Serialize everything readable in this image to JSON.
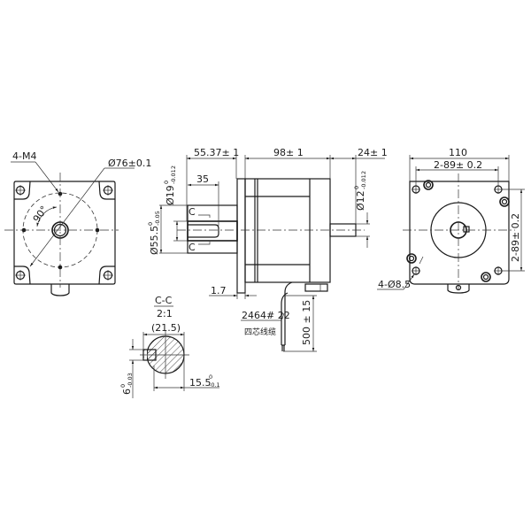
{
  "drawing": {
    "type": "stepper motor dimension drawing",
    "front_view": {
      "thread_label": "4-M4",
      "pcd_label": "Ø76±0.1",
      "angle_label": "90°"
    },
    "side_view": {
      "rear_shaft_length": "55.37± 1",
      "key_length": "35",
      "shaft_dia_main": "Ø19",
      "shaft_dia_upper": "0",
      "shaft_dia_lower": "-0.012",
      "pilot_dia_main": "Ø55.5",
      "pilot_dia_upper": "0",
      "pilot_dia_lower": "-0.05",
      "section_mark_top": "C",
      "section_mark_bottom": "C",
      "flange_thickness": "1.7",
      "body_length": "98± 1",
      "front_shaft_length": "24± 1",
      "front_shaft_dia_main": "Ø12",
      "front_shaft_dia_upper": "0",
      "front_shaft_dia_lower": "-0.012",
      "cable_spec": "2464# 22",
      "cable_desc": "四芯线缆",
      "cable_length": "500 ± 15"
    },
    "rear_view": {
      "width": "110",
      "hole_spacing_h": "2-89± 0.2",
      "hole_spacing_v": "2-89± 0.2",
      "hole_label": "4-Ø8.5"
    },
    "section_view": {
      "title": "C-C",
      "scale": "2:1",
      "ref_dia": "(21.5)",
      "key_depth_main": "15.5",
      "key_depth_upper": "0",
      "key_depth_lower": "-0.1",
      "key_width_main": "6",
      "key_width_upper": "0",
      "key_width_lower": "-0.03"
    }
  }
}
